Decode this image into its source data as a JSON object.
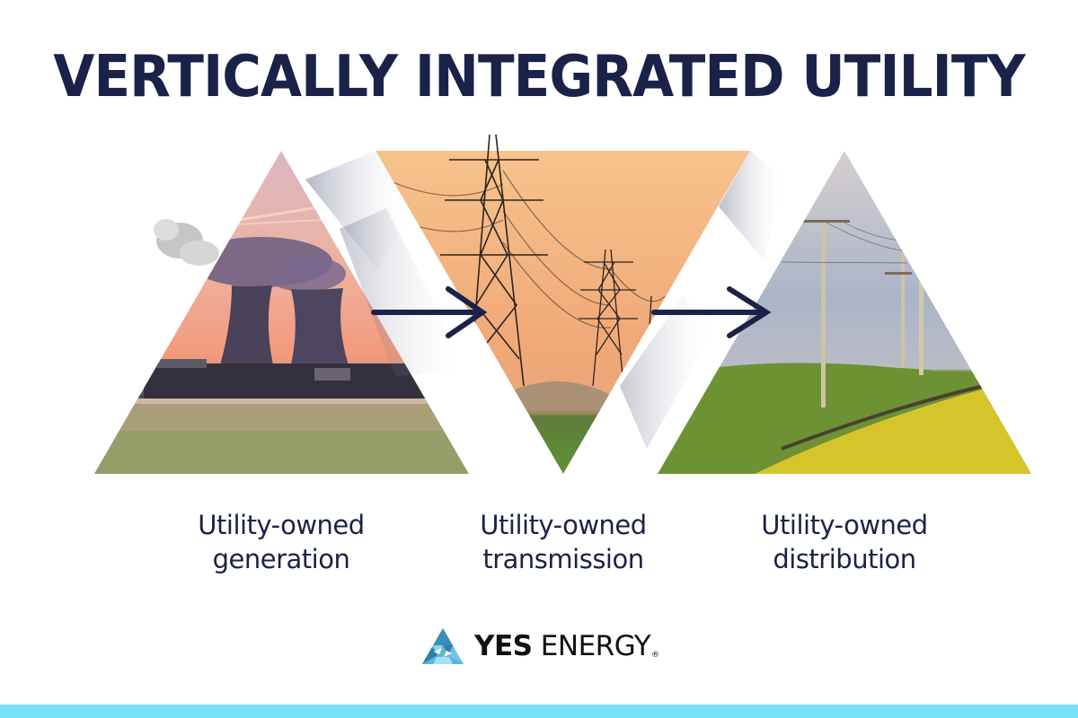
{
  "title": "VERTICALLY INTEGRATED UTILITY",
  "stages": [
    {
      "id": "generation",
      "line1": "Utility-owned",
      "line2": "generation",
      "image": "cooling-towers-photo"
    },
    {
      "id": "transmission",
      "line1": "Utility-owned",
      "line2": "transmission",
      "image": "transmission-towers-photo"
    },
    {
      "id": "distribution",
      "line1": "Utility-owned",
      "line2": "distribution",
      "image": "distribution-poles-photo"
    }
  ],
  "arrows": [
    {
      "from": "generation",
      "to": "transmission"
    },
    {
      "from": "transmission",
      "to": "distribution"
    }
  ],
  "brand": {
    "name_bold": "YES",
    "name_regular": " ENERGY",
    "registered": "®",
    "colors": {
      "navy": "#1b2249",
      "accent_bar": "#79e0fc",
      "logo_blue": "#4aa8d0"
    }
  }
}
